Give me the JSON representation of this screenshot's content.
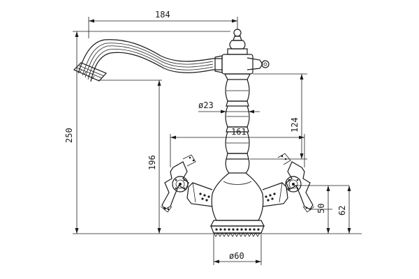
{
  "diagram": {
    "dimensions": {
      "spout_reach": "184",
      "total_height": "250",
      "spout_outlet_height": "196",
      "body_height": "124",
      "body_diameter": "ø23",
      "handle_span": "161",
      "base_height": "62",
      "handle_height": "50",
      "base_diameter": "ø60"
    }
  }
}
